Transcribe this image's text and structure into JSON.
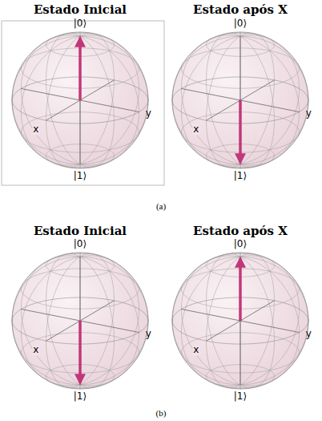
{
  "diagram": {
    "labels": [
      "Estado Inicial",
      "Estado após X",
      "|0⟩",
      "|1⟩",
      "x",
      "y",
      "|0⟩",
      "|1⟩",
      "x",
      "y",
      "(a)",
      "Estado Inicial",
      "Estado após X",
      "|0⟩",
      "|1⟩",
      "x",
      "y",
      "|0⟩",
      "|1⟩",
      "x",
      "y",
      "(b)"
    ]
  }
}
